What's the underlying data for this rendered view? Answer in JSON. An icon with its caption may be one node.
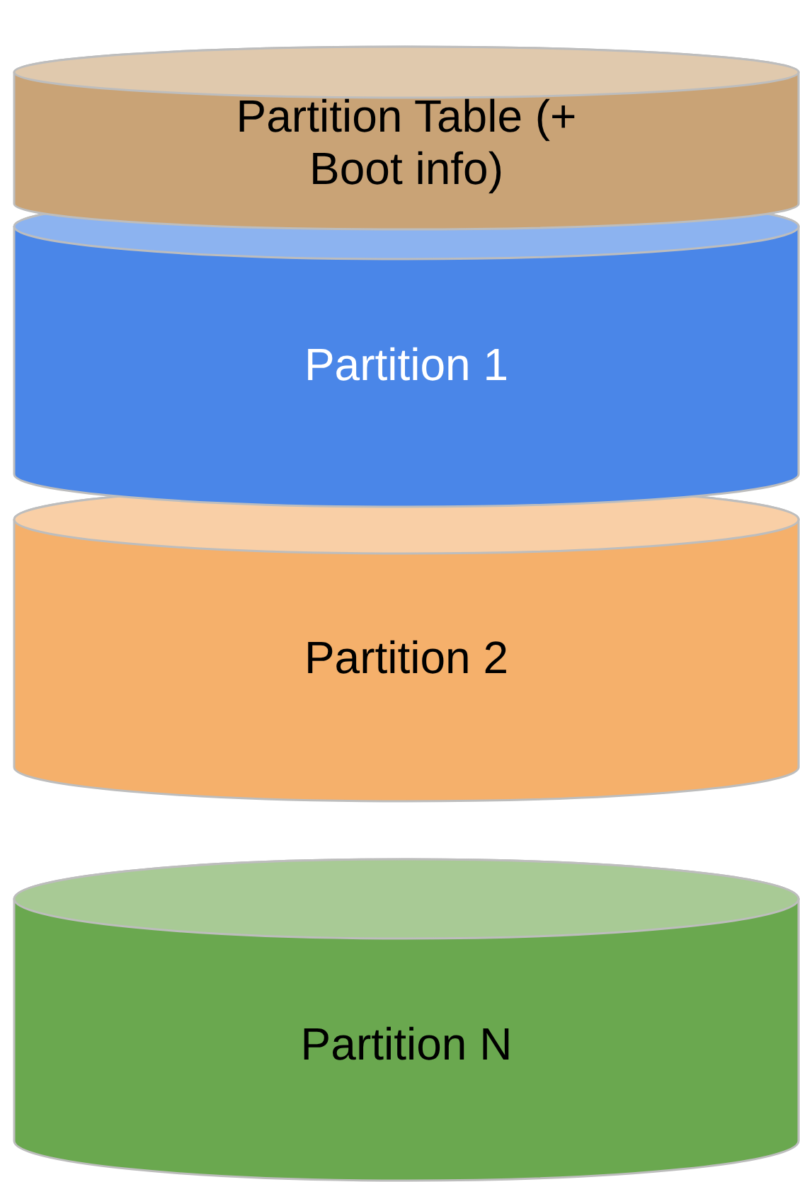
{
  "diagram": {
    "nodes": [
      {
        "text": [
          "Partition Table (+ Boot info)"
        ]
      },
      {
        "text": [
          "Partition 1"
        ]
      },
      {
        "text": [
          "Partition 2"
        ]
      },
      {
        "text": [
          "Partition N"
        ]
      }
    ]
  }
}
